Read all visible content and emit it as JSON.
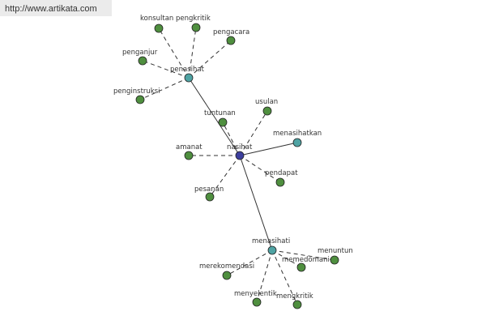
{
  "watermark": "http://www.artikata.com",
  "colors": {
    "center": "#3d3f9e",
    "hub": "#4fa3a3",
    "leaf": "#4f8f3f",
    "edge": "#333333"
  },
  "graph": {
    "nodes": [
      {
        "id": "nasihat",
        "label": "nasihat",
        "kind": "center"
      },
      {
        "id": "penasihat",
        "label": "penasihat",
        "kind": "hub"
      },
      {
        "id": "menasihati",
        "label": "menasihati",
        "kind": "hub"
      },
      {
        "id": "menasihatkan",
        "label": "menasihatkan",
        "kind": "hub"
      },
      {
        "id": "konsultan",
        "label": "konsultan",
        "kind": "leaf"
      },
      {
        "id": "pengkritik",
        "label": "pengkritik",
        "kind": "leaf"
      },
      {
        "id": "pengacara",
        "label": "pengacara",
        "kind": "leaf"
      },
      {
        "id": "penganjur",
        "label": "penganjur",
        "kind": "leaf"
      },
      {
        "id": "penginstruksi",
        "label": "penginstruksi",
        "kind": "leaf"
      },
      {
        "id": "tuntunan",
        "label": "tuntunan",
        "kind": "leaf"
      },
      {
        "id": "usulan",
        "label": "usulan",
        "kind": "leaf"
      },
      {
        "id": "amanat",
        "label": "amanat",
        "kind": "leaf"
      },
      {
        "id": "pendapat",
        "label": "pendapat",
        "kind": "leaf"
      },
      {
        "id": "pesanan",
        "label": "pesanan",
        "kind": "leaf"
      },
      {
        "id": "menuntun",
        "label": "menuntun",
        "kind": "leaf"
      },
      {
        "id": "memedomani",
        "label": "memedomani",
        "kind": "leaf"
      },
      {
        "id": "merekomendasi",
        "label": "merekomendasi",
        "kind": "leaf"
      },
      {
        "id": "menyelentik",
        "label": "menyelentik",
        "kind": "leaf"
      },
      {
        "id": "mengkritik",
        "label": "mengkritik",
        "kind": "leaf"
      }
    ],
    "edges": [
      {
        "from": "nasihat",
        "to": "penasihat",
        "style": "solid"
      },
      {
        "from": "nasihat",
        "to": "menasihati",
        "style": "solid"
      },
      {
        "from": "nasihat",
        "to": "menasihatkan",
        "style": "solid"
      },
      {
        "from": "nasihat",
        "to": "tuntunan",
        "style": "dashed"
      },
      {
        "from": "nasihat",
        "to": "usulan",
        "style": "dashed"
      },
      {
        "from": "nasihat",
        "to": "amanat",
        "style": "dashed"
      },
      {
        "from": "nasihat",
        "to": "pendapat",
        "style": "dashed"
      },
      {
        "from": "nasihat",
        "to": "pesanan",
        "style": "dashed"
      },
      {
        "from": "penasihat",
        "to": "konsultan",
        "style": "dashed"
      },
      {
        "from": "penasihat",
        "to": "pengkritik",
        "style": "dashed"
      },
      {
        "from": "penasihat",
        "to": "pengacara",
        "style": "dashed"
      },
      {
        "from": "penasihat",
        "to": "penganjur",
        "style": "dashed"
      },
      {
        "from": "penasihat",
        "to": "penginstruksi",
        "style": "dashed"
      },
      {
        "from": "menasihati",
        "to": "menuntun",
        "style": "dashed"
      },
      {
        "from": "menasihati",
        "to": "memedomani",
        "style": "dashed"
      },
      {
        "from": "menasihati",
        "to": "merekomendasi",
        "style": "dashed"
      },
      {
        "from": "menasihati",
        "to": "menyelentik",
        "style": "dashed"
      },
      {
        "from": "menasihati",
        "to": "mengkritik",
        "style": "dashed"
      }
    ]
  }
}
